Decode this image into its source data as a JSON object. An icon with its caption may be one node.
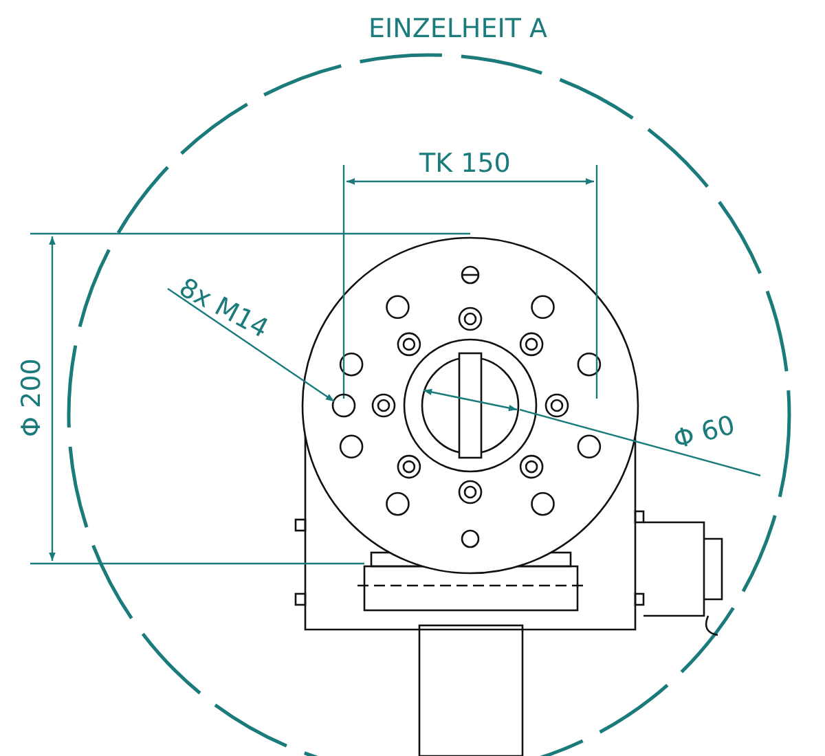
{
  "diagram": {
    "title": "EINZELHEIT A",
    "nodes": [
      {
        "text": [
          "8x M14"
        ]
      },
      {
        "text": [],
        "shape": "circle"
      }
    ],
    "edges": [
      {
        "from": 0,
        "to": 1,
        "arrow": "to"
      }
    ],
    "labels": [
      "TK 150",
      "Φ 200",
      "Φ 60"
    ]
  }
}
